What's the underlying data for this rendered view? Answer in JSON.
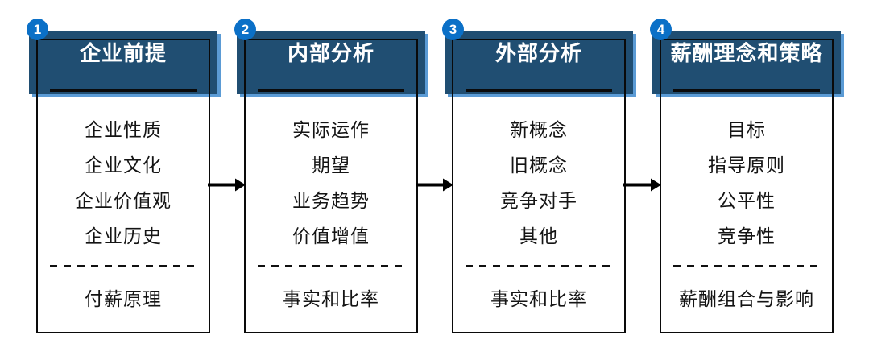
{
  "columns": [
    {
      "number": "1",
      "title": "企业前提",
      "items": [
        "企业性质",
        "企业文化",
        "企业价值观",
        "企业历史"
      ],
      "footer": "付薪原理"
    },
    {
      "number": "2",
      "title": "内部分析",
      "items": [
        "实际运作",
        "期望",
        "业务趋势",
        "价值增值"
      ],
      "footer": "事实和比率"
    },
    {
      "number": "3",
      "title": "外部分析",
      "items": [
        "新概念",
        "旧概念",
        "竞争对手",
        "其他"
      ],
      "footer": "事实和比率"
    },
    {
      "number": "4",
      "title": "薪酬理念和策略",
      "items": [
        "目标",
        "指导原则",
        "公平性",
        "竞争性"
      ],
      "footer": "薪酬组合与影响"
    }
  ],
  "colors": {
    "header_bg": "#204E72",
    "header_accent": "#5B9BD5",
    "badge_bg": "#0B70C7",
    "text": "#141414",
    "border": "#000000",
    "arrow": "#000000"
  }
}
